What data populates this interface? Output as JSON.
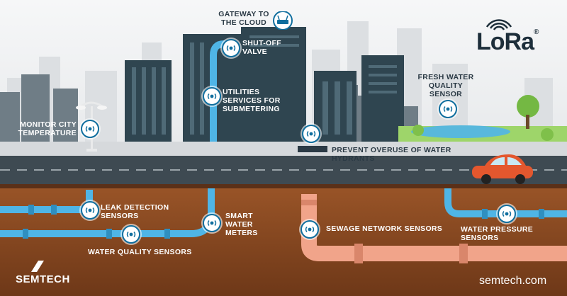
{
  "labels": {
    "gateway": "GATEWAY TO THE CLOUD",
    "shutoff": "SHUT-OFF VALVE",
    "utilities": "UTILITIES SERVICES FOR SUBMETERING",
    "monitor": "MONITOR CITY TEMPERATURE",
    "fresh_water": "FRESH WATER QUALITY SENSOR",
    "hydrants": "PREVENT OVERUSE OF WATER HYDRANTS",
    "leak": "LEAK DETECTION SENSORS",
    "smart_meters": "SMART WATER METERS",
    "sewage": "SEWAGE NETWORK SENSORS",
    "pressure": "WATER PRESSURE SENSORS",
    "quality": "WATER QUALITY SENSORS"
  },
  "brand": {
    "lora": "LoRa",
    "registered": "®",
    "semtech": "SEMTECH",
    "website": "semtech.com"
  },
  "colors": {
    "soil": "#8a4a22",
    "water_pipe": "#4fb5e6",
    "sewage_pipe": "#f1a48a",
    "road": "#3e4a52",
    "building_dark": "#2f4550",
    "sensor_ring": "#0f6e9e",
    "car": "#e4572e"
  }
}
